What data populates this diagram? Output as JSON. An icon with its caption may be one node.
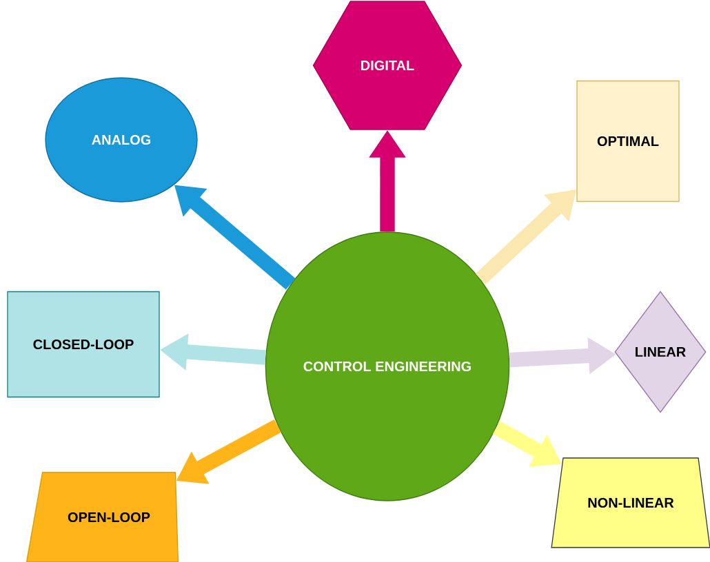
{
  "diagram": {
    "nodes": [
      {
        "text": [
          "CONTROL ENGINEERING"
        ]
      },
      {
        "text": [
          "DIGITAL"
        ]
      },
      {
        "text": [
          "ANALOG"
        ]
      },
      {
        "text": [
          "OPTIMAL"
        ]
      },
      {
        "text": [
          "CLOSED-LOOP"
        ]
      },
      {
        "text": [
          "LINEAR"
        ]
      },
      {
        "text": [
          "OPEN-LOOP"
        ]
      },
      {
        "text": [
          "NON-LINEAR"
        ]
      }
    ],
    "edges": [
      {
        "from": 0,
        "to": 1,
        "arrow": "to",
        "color": "#d6006e"
      },
      {
        "from": 0,
        "to": 2,
        "arrow": "to",
        "color": "#1a9ad8"
      },
      {
        "from": 0,
        "to": 3,
        "arrow": "to",
        "color": "#fbe8b0"
      },
      {
        "from": 0,
        "to": 4,
        "arrow": "to",
        "color": "#b0e3e6"
      },
      {
        "from": 0,
        "to": 5,
        "arrow": "to",
        "color": "#e1d5e7"
      },
      {
        "from": 0,
        "to": 6,
        "arrow": "to",
        "color": "#ffb41a"
      },
      {
        "from": 0,
        "to": 7,
        "arrow": "to",
        "color": "#ffff88"
      }
    ]
  }
}
